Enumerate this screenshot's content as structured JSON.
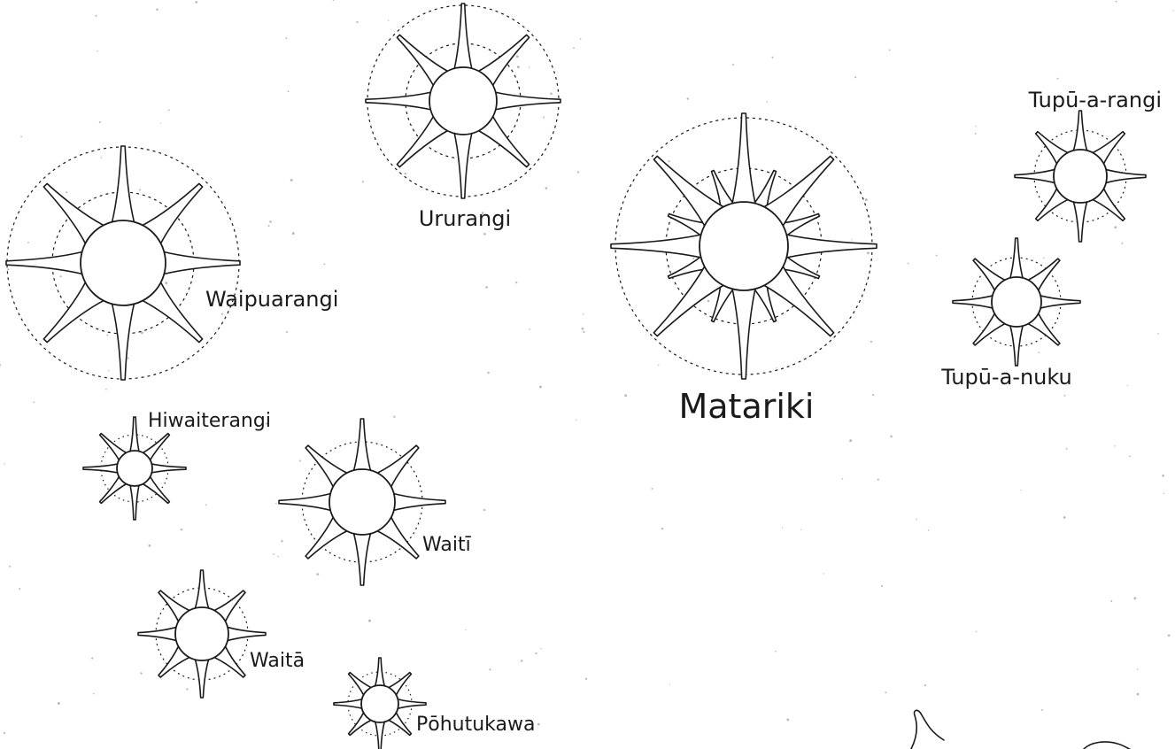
{
  "stars": [
    {
      "id": "matariki",
      "label": "Matariki"
    },
    {
      "id": "ururangi",
      "label": "Ururangi"
    },
    {
      "id": "waipuarangi",
      "label": "Waipuarangi"
    },
    {
      "id": "tupu-a-rangi",
      "label": "Tupū-a-rangi"
    },
    {
      "id": "tupu-a-nuku",
      "label": "Tupū-a-nuku"
    },
    {
      "id": "hiwaiterangi",
      "label": "Hiwaiterangi"
    },
    {
      "id": "waiti",
      "label": "Waitī"
    },
    {
      "id": "waita",
      "label": "Waitā"
    },
    {
      "id": "pohutukawa",
      "label": "Pōhutukawa"
    }
  ],
  "colors": {
    "ink": "#1a1a1a",
    "background": "#ffffff",
    "speck": "#b8b8b8"
  }
}
